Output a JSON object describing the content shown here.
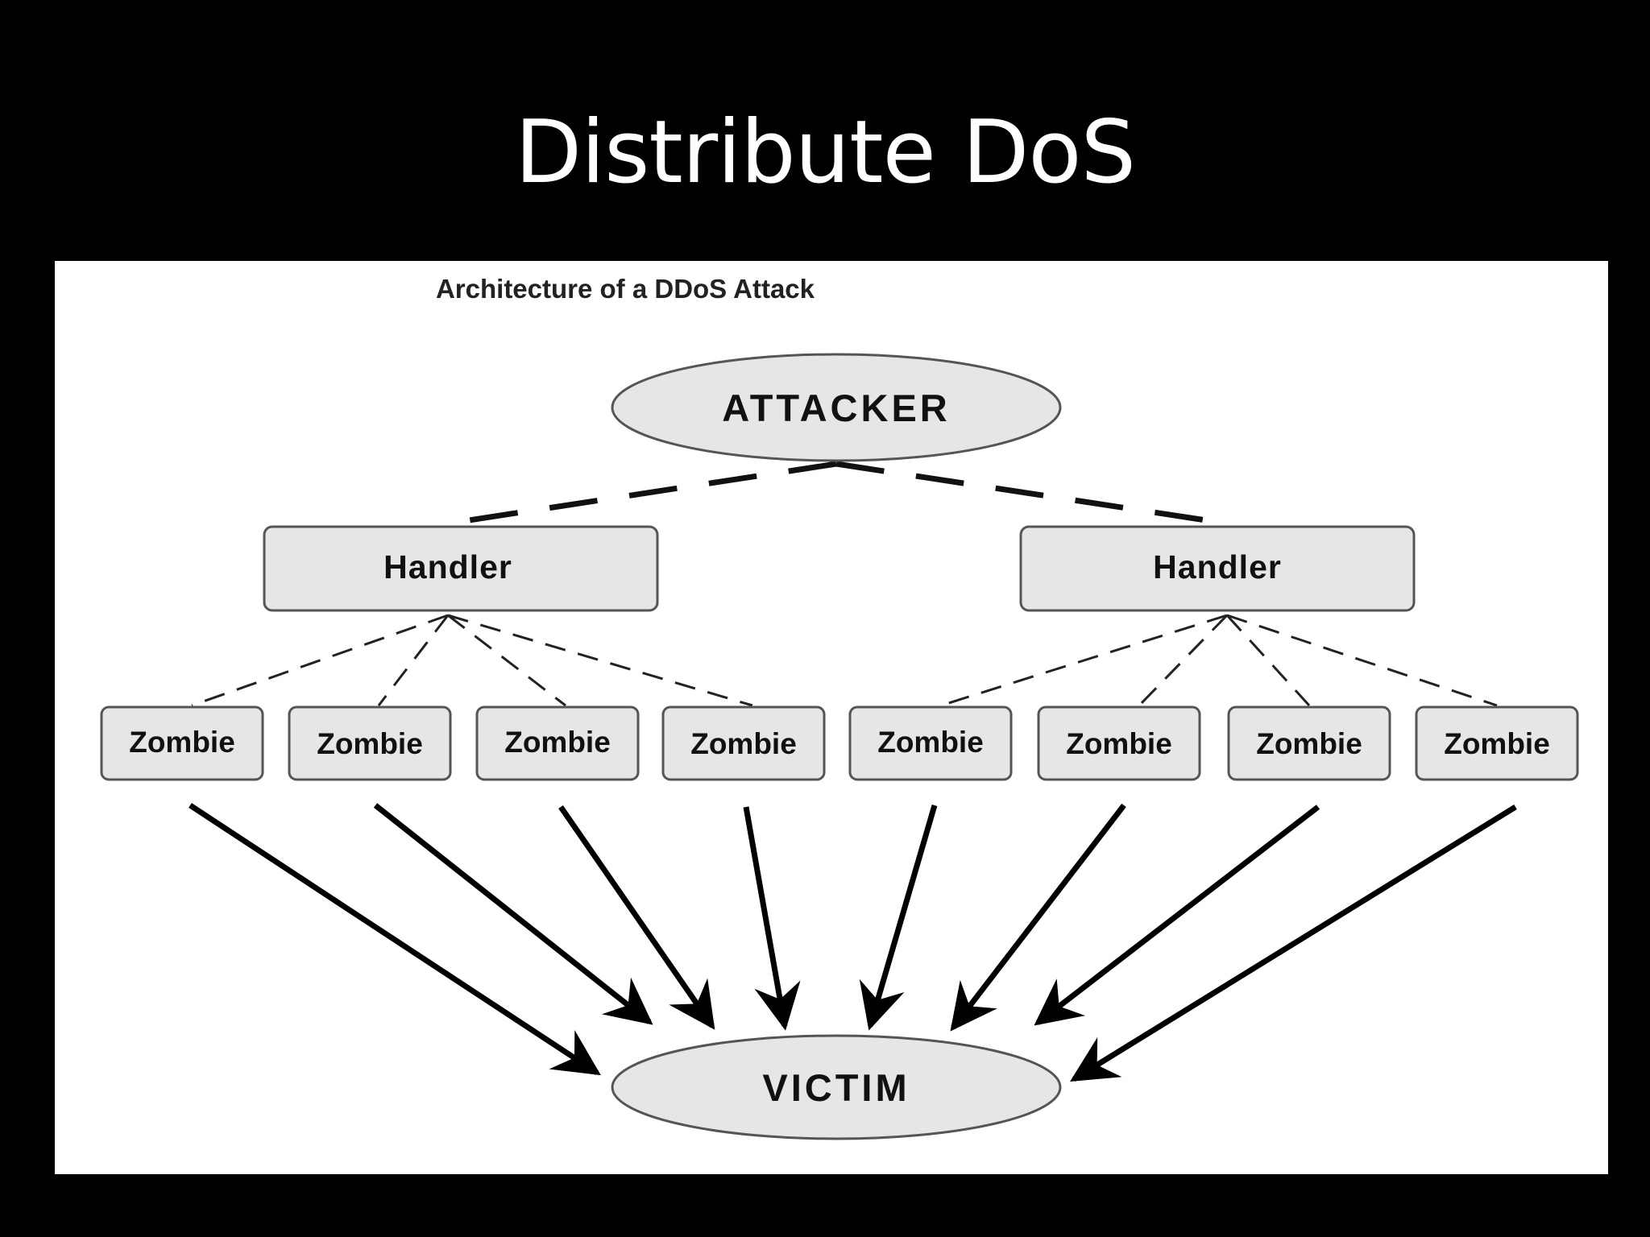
{
  "slide": {
    "title": "Distribute DoS"
  },
  "diagram": {
    "caption": "Architecture of a DDoS Attack",
    "attacker_label": "ATTACKER",
    "handler_labels": [
      "Handler",
      "Handler"
    ],
    "zombie_labels": [
      "Zombie",
      "Zombie",
      "Zombie",
      "Zombie",
      "Zombie",
      "Zombie",
      "Zombie",
      "Zombie"
    ],
    "victim_label": "VICTIM"
  },
  "colors": {
    "background": "#000000",
    "title_text": "#ffffff",
    "figure_background": "#ffffff",
    "node_fill": "#e6e6e6",
    "node_stroke": "#555555",
    "text": "#111111"
  }
}
